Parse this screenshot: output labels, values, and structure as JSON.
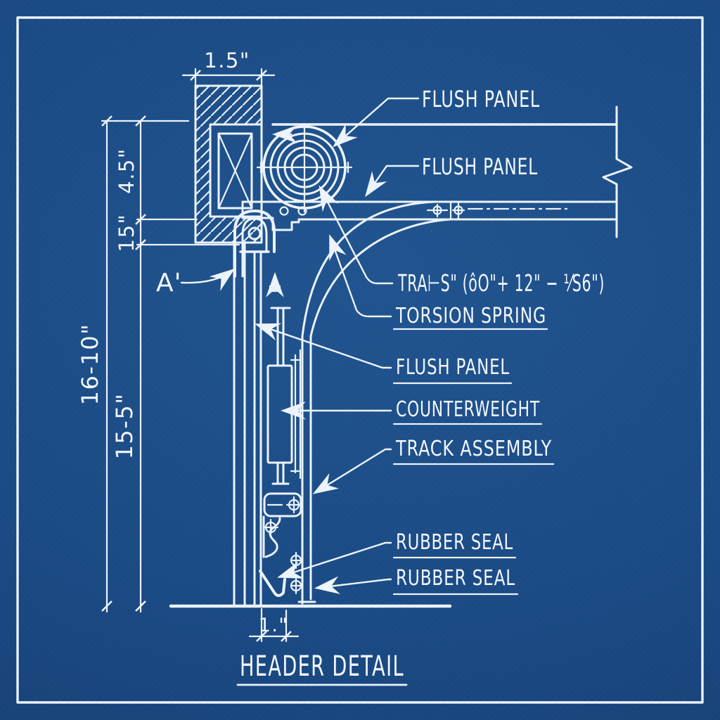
{
  "title": "HEADER DETAIL",
  "colors": {
    "background": "#1b4b85",
    "line": "#edf4fc"
  },
  "callouts": {
    "flush_panel_top": "FLUSH PANEL",
    "flush_panel_mid": "FLUSH PANEL",
    "track_radius_note": "TRA⊢S\" (ôO\"+ 12\" − ⅟S6\")",
    "torsion_spring": "TORSION SPRING",
    "flush_panel_lower": "FLUSH PANEL",
    "counterweight": "COUNTERWEIGHT",
    "track_assembly": "TRACK ASSEMBLY",
    "rubber_seal_upper": "RUBBER SEAL",
    "rubber_seal_lower": "RUBBER SEAL",
    "section_marker": "A'"
  },
  "dimensions": {
    "header_width": "1.5\"",
    "header_height": "4.5\"",
    "spring_offset": "15\"",
    "overall_height": "16-10\"",
    "opening_height": "15-5\"",
    "seal_gap": "1.\""
  }
}
